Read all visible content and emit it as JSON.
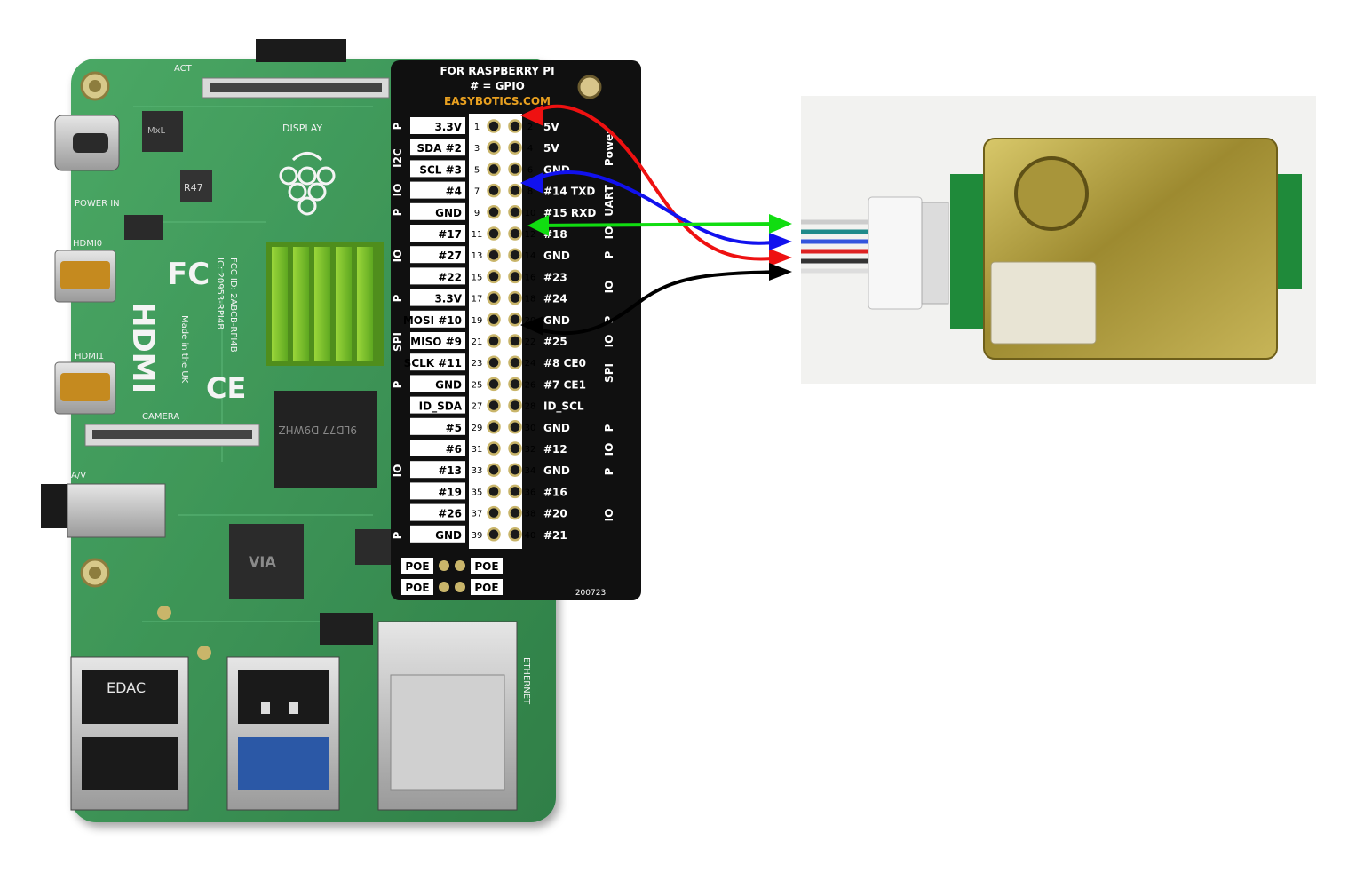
{
  "pi_board": {
    "silk_power_in": "POWER IN",
    "silk_hdmi0": "HDMI0",
    "silk_hdmi1": "HDMI1",
    "silk_display": "DISPLAY",
    "silk_camera": "CAMERA",
    "silk_av": "A/V",
    "silk_ethernet": "ETHERNET",
    "silk_act": "ACT",
    "silk_hdmi_logo": "HDMI",
    "silk_fcc_logo": "FC",
    "silk_ce_logo": "CE",
    "silk_fcc_id": "FCC ID: 2ABCB-RPI4B",
    "silk_ic": "IC: 20953-RPI4B",
    "silk_made_in": "Made in the UK",
    "usb_label": "EDAC",
    "chip_label_ram": "9LD77 D9WHZ",
    "chip_label_usb": "VIA",
    "chip_r47": "R47",
    "chip_mxl": "MxL"
  },
  "header_card": {
    "title_line1": "FOR RASPBERRY PI",
    "title_line2": "# = GPIO",
    "website": "EASYBOTICS.COM",
    "serial": "200723",
    "poe_labels": [
      "POE",
      "POE",
      "POE",
      "POE"
    ],
    "left_groups": [
      "P",
      "I2C",
      "IO",
      "P",
      "IO",
      "P",
      "SPI",
      "P",
      "IO",
      "P"
    ],
    "right_groups": [
      "Power",
      "UART",
      "IO",
      "P",
      "IO",
      "P",
      "IO",
      "SPI",
      "P",
      "IO",
      "P",
      "IO"
    ],
    "rows": [
      {
        "l": "3.3V",
        "n1": "1",
        "n2": "2",
        "r": "5V"
      },
      {
        "l": "SDA #2",
        "n1": "3",
        "n2": "4",
        "r": "5V"
      },
      {
        "l": "SCL #3",
        "n1": "5",
        "n2": "6",
        "r": "GND"
      },
      {
        "l": "#4",
        "n1": "7",
        "n2": "8",
        "r": "#14 TXD"
      },
      {
        "l": "GND",
        "n1": "9",
        "n2": "10",
        "r": "#15 RXD"
      },
      {
        "l": "#17",
        "n1": "11",
        "n2": "12",
        "r": "#18"
      },
      {
        "l": "#27",
        "n1": "13",
        "n2": "14",
        "r": "GND"
      },
      {
        "l": "#22",
        "n1": "15",
        "n2": "16",
        "r": "#23"
      },
      {
        "l": "3.3V",
        "n1": "17",
        "n2": "18",
        "r": "#24"
      },
      {
        "l": "MOSI #10",
        "n1": "19",
        "n2": "20",
        "r": "GND"
      },
      {
        "l": "MISO #9",
        "n1": "21",
        "n2": "22",
        "r": "#25"
      },
      {
        "l": "SCLK #11",
        "n1": "23",
        "n2": "24",
        "r": "#8 CE0"
      },
      {
        "l": "GND",
        "n1": "25",
        "n2": "26",
        "r": "#7 CE1"
      },
      {
        "l": "ID_SDA",
        "n1": "27",
        "n2": "28",
        "r": "ID_SCL"
      },
      {
        "l": "#5",
        "n1": "29",
        "n2": "30",
        "r": "GND"
      },
      {
        "l": "#6",
        "n1": "31",
        "n2": "32",
        "r": "#12"
      },
      {
        "l": "#13",
        "n1": "33",
        "n2": "34",
        "r": "GND"
      },
      {
        "l": "#19",
        "n1": "35",
        "n2": "36",
        "r": "#16"
      },
      {
        "l": "#26",
        "n1": "37",
        "n2": "38",
        "r": "#20"
      },
      {
        "l": "GND",
        "n1": "39",
        "n2": "40",
        "r": "#21"
      }
    ]
  },
  "wires": [
    {
      "color": "#ee1111",
      "from_pin": "2",
      "to": "sensor"
    },
    {
      "color": "#1111ee",
      "from_pin": "8",
      "to": "sensor"
    },
    {
      "color": "#11dd11",
      "from_pin": "10",
      "to": "sensor"
    },
    {
      "color": "#000000",
      "from_pin": "20",
      "to": "sensor"
    }
  ],
  "colors": {
    "pcb_green": "#3f9a58",
    "card_black": "#101010",
    "label_white": "#ffffff",
    "gold_text": "#e8a020",
    "sensor_gold": "#b8a040"
  }
}
